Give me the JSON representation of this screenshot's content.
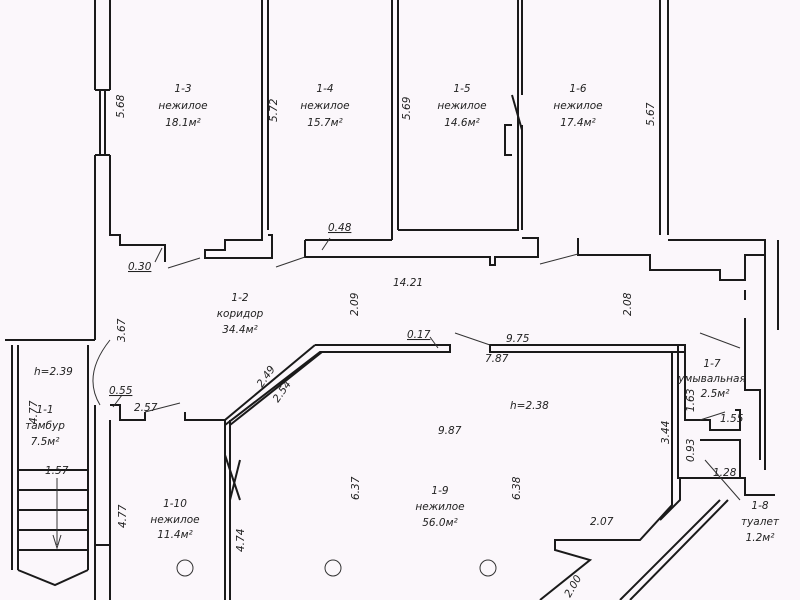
{
  "rooms": {
    "r1_1": {
      "id": "1-1",
      "type": "тамбур",
      "area": "7.5м²"
    },
    "r1_2": {
      "id": "1-2",
      "type": "коридор",
      "area": "34.4м²"
    },
    "r1_3": {
      "id": "1-3",
      "type": "нежилое",
      "area": "18.1м²"
    },
    "r1_4": {
      "id": "1-4",
      "type": "нежилое",
      "area": "15.7м²"
    },
    "r1_5": {
      "id": "1-5",
      "type": "нежилое",
      "area": "14.6м²"
    },
    "r1_6": {
      "id": "1-6",
      "type": "нежилое",
      "area": "17.4м²"
    },
    "r1_7": {
      "id": "1-7",
      "type": "умывальная",
      "area": "2.5м²"
    },
    "r1_8": {
      "id": "1-8",
      "type": "туалет",
      "area": "1.2м²"
    },
    "r1_9": {
      "id": "1-9",
      "type": "нежилое",
      "area": "56.0м²"
    },
    "r1_10": {
      "id": "1-10",
      "type": "нежилое",
      "area": "11.4м²"
    }
  },
  "heights": {
    "h1": "h=2.39",
    "h2": "h=2.38"
  },
  "dims": {
    "d568": "5.68",
    "d572": "5.72",
    "d569": "5.69",
    "d567": "5.67",
    "d030": "0.30",
    "d048": "0.48",
    "d1421": "14.21",
    "d209": "2.09",
    "d208": "2.08",
    "d367": "3.67",
    "d017": "0.17",
    "d975": "9.75",
    "d787": "7.87",
    "d055": "0.55",
    "d249": "2.49",
    "d254": "2.54",
    "d163": "1.63",
    "d155": "1.55",
    "d257": "2.57",
    "d477a": "4.77",
    "d987": "9.87",
    "d344": "3.44",
    "d093": "0.93",
    "d128": "1.28",
    "d157": "1.57",
    "d637": "6.37",
    "d638": "6.38",
    "d477b": "4.77",
    "d474": "4.74",
    "d207": "2.07",
    "d200": "2.00"
  }
}
